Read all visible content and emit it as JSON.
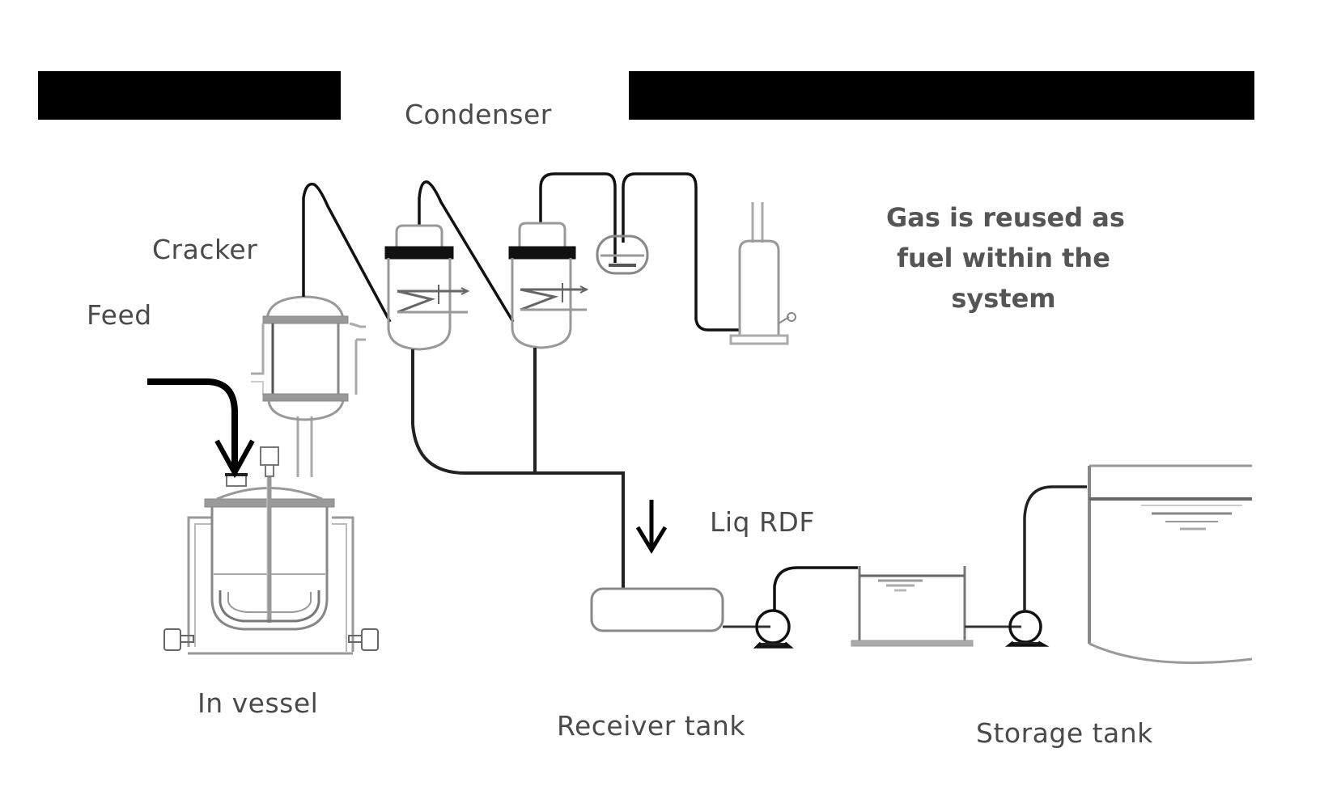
{
  "diagram": {
    "title_redacted": true,
    "labels": {
      "condenser": "Condenser",
      "cracker": "Cracker",
      "feed": "Feed",
      "in_vessel": "In vessel",
      "liq_rdf": "Liq RDF",
      "receiver_tank": "Receiver tank",
      "storage_tank": "Storage tank",
      "gas_note_line1": "Gas is reused as",
      "gas_note_line2": "fuel within the",
      "gas_note_line3": "system"
    },
    "components": [
      {
        "id": "in-vessel",
        "name": "In vessel (stirred reactor)"
      },
      {
        "id": "cracker",
        "name": "Cracker column"
      },
      {
        "id": "condenser-1",
        "name": "Condenser 1"
      },
      {
        "id": "condenser-2",
        "name": "Condenser 2"
      },
      {
        "id": "gas-trap",
        "name": "Gas trap / bubbler"
      },
      {
        "id": "gas-holder",
        "name": "Gas holder"
      },
      {
        "id": "receiver-tank",
        "name": "Receiver tank"
      },
      {
        "id": "pump-1",
        "name": "Pump 1"
      },
      {
        "id": "intermediate-tank",
        "name": "Intermediate tank"
      },
      {
        "id": "pump-2",
        "name": "Pump 2"
      },
      {
        "id": "storage-tank",
        "name": "Storage tank"
      }
    ],
    "flows": [
      {
        "from": "feed",
        "to": "in-vessel",
        "label": "Feed"
      },
      {
        "from": "in-vessel",
        "to": "cracker"
      },
      {
        "from": "cracker",
        "to": "condenser-1"
      },
      {
        "from": "condenser-1",
        "to": "condenser-2"
      },
      {
        "from": "condenser-2",
        "to": "gas-trap"
      },
      {
        "from": "gas-trap",
        "to": "gas-holder"
      },
      {
        "from": "condenser-1",
        "to": "receiver-tank",
        "label": "Liq RDF"
      },
      {
        "from": "condenser-2",
        "to": "receiver-tank",
        "label": "Liq RDF"
      },
      {
        "from": "receiver-tank",
        "to": "pump-1"
      },
      {
        "from": "pump-1",
        "to": "intermediate-tank"
      },
      {
        "from": "intermediate-tank",
        "to": "pump-2"
      },
      {
        "from": "pump-2",
        "to": "storage-tank"
      }
    ]
  }
}
